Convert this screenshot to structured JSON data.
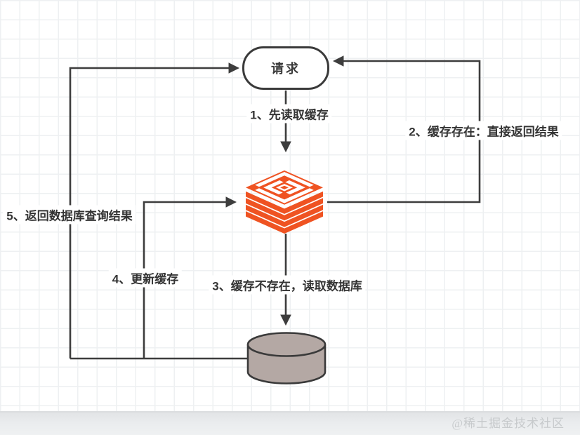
{
  "diagram": {
    "nodes": {
      "request": {
        "label": "请求"
      },
      "redis": {
        "icon": "redis-logo",
        "color": "#ef5322"
      },
      "database": {
        "icon": "database-cylinder",
        "color": "#b4a8a4"
      }
    },
    "edges": [
      {
        "from": "request",
        "to": "redis",
        "label": "1、先读取缓存"
      },
      {
        "from": "redis",
        "to": "request",
        "label": "2、缓存存在：直接返回结果"
      },
      {
        "from": "redis",
        "to": "database",
        "label": "3、缓存不存在，读取数据库"
      },
      {
        "from": "database",
        "to": "redis",
        "label": "4、更新缓存"
      },
      {
        "from": "database",
        "to": "request",
        "label": "5、返回数据库查询结果"
      }
    ],
    "colors": {
      "line": "#3d3d3d"
    }
  },
  "footer": {
    "watermark": "@稀土掘金技术社区"
  }
}
